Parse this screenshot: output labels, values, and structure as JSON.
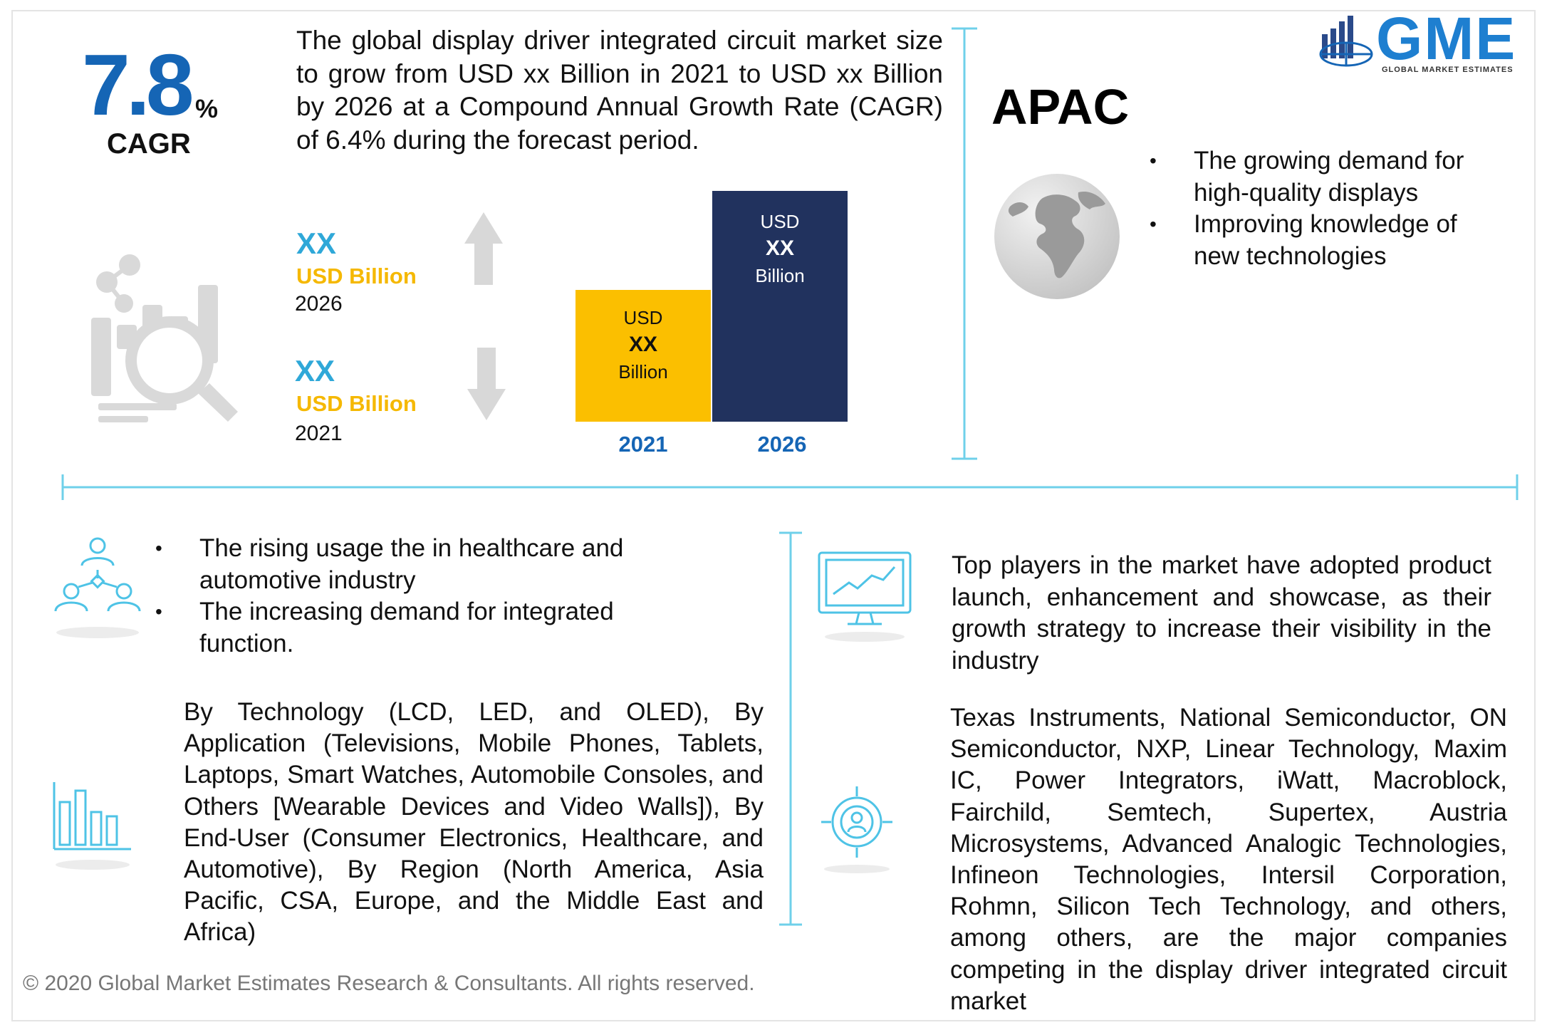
{
  "cagr": {
    "value": "7.8",
    "percent": "%",
    "label": "CAGR"
  },
  "intro_text": "The global display driver integrated circuit market size to grow from USD xx Billion in 2021 to USD xx Billion by 2026 at a Compound Annual Growth Rate (CAGR) of 6.4% during the forecast period.",
  "forecast": {
    "future": {
      "value": "XX",
      "unit": "USD Billion",
      "year": "2026"
    },
    "past": {
      "value": "XX",
      "unit": "USD Billion",
      "year": "2021"
    }
  },
  "bars": [
    {
      "year": "2021",
      "top": "USD",
      "value": "XX",
      "bottom": "Billion",
      "color": "#fbbf00",
      "level": 0.57
    },
    {
      "year": "2026",
      "top": "USD",
      "value": "XX",
      "bottom": "Billion",
      "color": "#21325e",
      "level": 1.0
    }
  ],
  "region": {
    "name": "APAC",
    "points": [
      "The growing demand for high-quality displays",
      "Improving knowledge of new technologies"
    ]
  },
  "drivers": [
    "The rising usage the in healthcare and automotive industry",
    "The increasing demand for integrated function."
  ],
  "strategy_text": "Top players in the market have adopted product launch, enhancement and showcase, as their growth strategy to increase their visibility in the industry",
  "segmentation_text": "By Technology (LCD, LED, and OLED), By Application (Televisions, Mobile Phones, Tablets, Laptops, Smart Watches, Automobile Consoles, and Others [Wearable Devices and Video Walls]), By End-User (Consumer Electronics, Healthcare, and Automotive), By Region (North America, Asia Pacific, CSA, Europe, and the Middle East and Africa)",
  "players_text": "Texas Instruments, National Semiconductor, ON Semiconductor, NXP, Linear Technology, Maxim IC, Power Integrators, iWatt, Macroblock, Fairchild, Semtech, Supertex, Austria Microsystems, Advanced Analogic Technologies, Infineon Technologies, Intersil Corporation, Rohmn, Silicon Tech Technology, and others, among others, are the major companies competing in the display driver integrated circuit market",
  "logo": {
    "text": "GME",
    "subtitle": "GLOBAL MARKET ESTIMATES"
  },
  "copyright": "© 2020 Global Market Estimates Research & Consultants. All rights reserved.",
  "colors": {
    "accent_blue": "#1565b5",
    "light_blue": "#2fa8d8",
    "gold": "#f5b800",
    "navy": "#21325e",
    "divider": "#6fd0ea",
    "icon_grey": "#d6d6d6"
  }
}
